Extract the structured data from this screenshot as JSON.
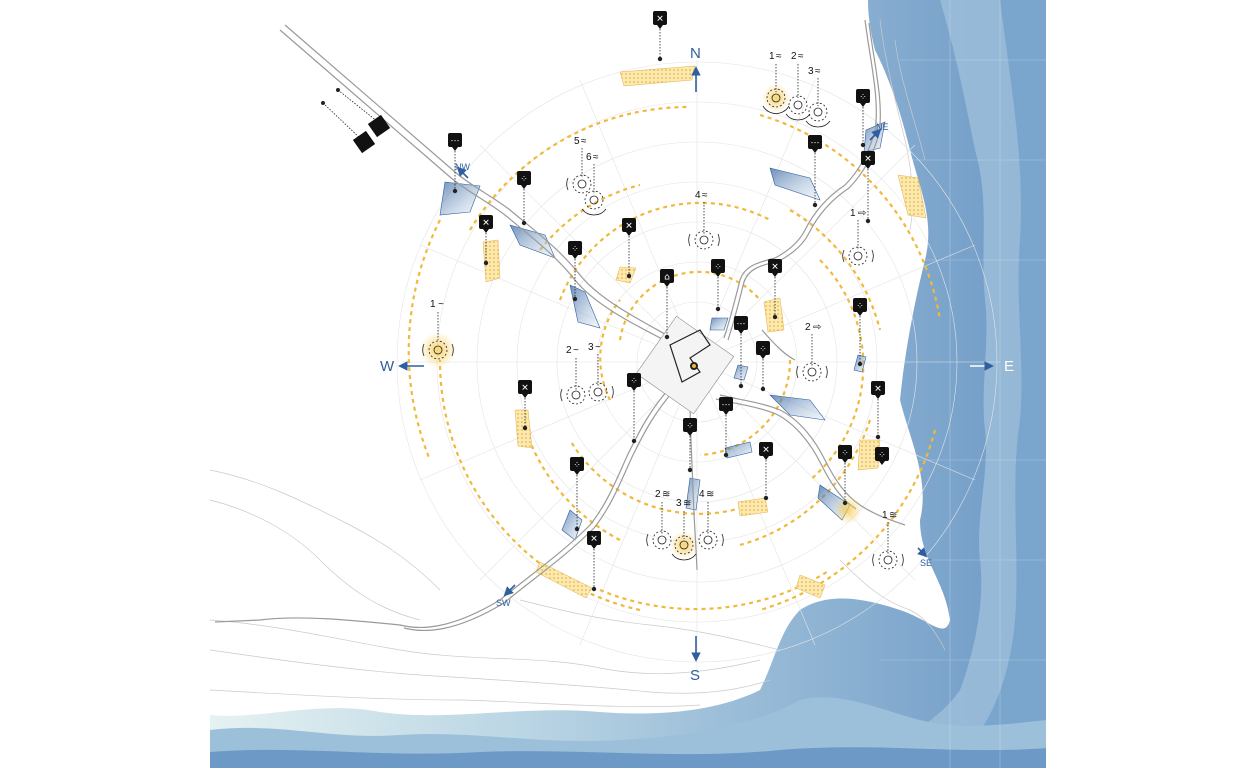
{
  "map": {
    "compass": {
      "north": "N",
      "south": "S",
      "east": "E",
      "west": "W",
      "northeast": "NE",
      "northwest": "NW",
      "southeast": "SE",
      "southwest": "SW"
    },
    "colors": {
      "sea_deep": "#6d99c6",
      "sea_mid": "#a9c8df",
      "sea_shallow": "#d7e9ee",
      "ring_orange": "#f0b93a",
      "path_gray": "#9a9a9a",
      "arrow_blue": "#2f5f9e",
      "pin_black": "#111111"
    },
    "pins": [
      {
        "icon": "no-swimming-icon",
        "label": ""
      },
      {
        "icon": "no-swimming-icon",
        "label": ""
      },
      {
        "icon": "no-swimming-icon",
        "label": ""
      },
      {
        "icon": "no-swimming-icon",
        "label": ""
      },
      {
        "icon": "no-swimming-icon",
        "label": ""
      },
      {
        "icon": "no-swimming-icon",
        "label": ""
      },
      {
        "icon": "no-swimming-icon",
        "label": ""
      },
      {
        "icon": "no-swimming-icon",
        "label": ""
      },
      {
        "icon": "no-swimming-icon",
        "label": ""
      },
      {
        "icon": "shower-icon",
        "label": ""
      },
      {
        "icon": "shower-icon",
        "label": ""
      },
      {
        "icon": "shower-icon",
        "label": ""
      },
      {
        "icon": "shower-icon",
        "label": ""
      },
      {
        "icon": "footprints-icon",
        "label": ""
      },
      {
        "icon": "footprints-icon",
        "label": ""
      },
      {
        "icon": "footprints-icon",
        "label": ""
      },
      {
        "icon": "footprints-icon",
        "label": ""
      },
      {
        "icon": "footprints-icon",
        "label": ""
      },
      {
        "icon": "footprints-icon",
        "label": ""
      },
      {
        "icon": "footprints-icon",
        "label": ""
      },
      {
        "icon": "footprints-icon",
        "label": ""
      },
      {
        "icon": "footprints-icon",
        "label": ""
      },
      {
        "icon": "footprints-icon",
        "label": ""
      },
      {
        "icon": "footprints-icon",
        "label": ""
      },
      {
        "icon": "bell-icon",
        "label": ""
      }
    ],
    "sound_markers": [
      {
        "label": "1",
        "icon": "wave-sound-icon"
      },
      {
        "label": "2",
        "icon": "wave-sound-icon"
      },
      {
        "label": "3",
        "icon": "wave-sound-icon"
      },
      {
        "label": "4",
        "icon": "wave-sound-icon"
      },
      {
        "label": "5",
        "icon": "wave-sound-icon"
      },
      {
        "label": "6",
        "icon": "wave-sound-icon"
      },
      {
        "label": "1",
        "icon": "wind-icon"
      },
      {
        "label": "2",
        "icon": "wind-icon"
      },
      {
        "label": "3",
        "icon": "wind-icon"
      },
      {
        "label": "1",
        "icon": "arrow-sound-icon"
      },
      {
        "label": "2",
        "icon": "arrow-sound-icon"
      },
      {
        "label": "1",
        "icon": "water-ripple-icon"
      },
      {
        "label": "2",
        "icon": "water-ripple-icon"
      },
      {
        "label": "3",
        "icon": "water-ripple-icon"
      },
      {
        "label": "4",
        "icon": "water-ripple-icon"
      }
    ]
  }
}
